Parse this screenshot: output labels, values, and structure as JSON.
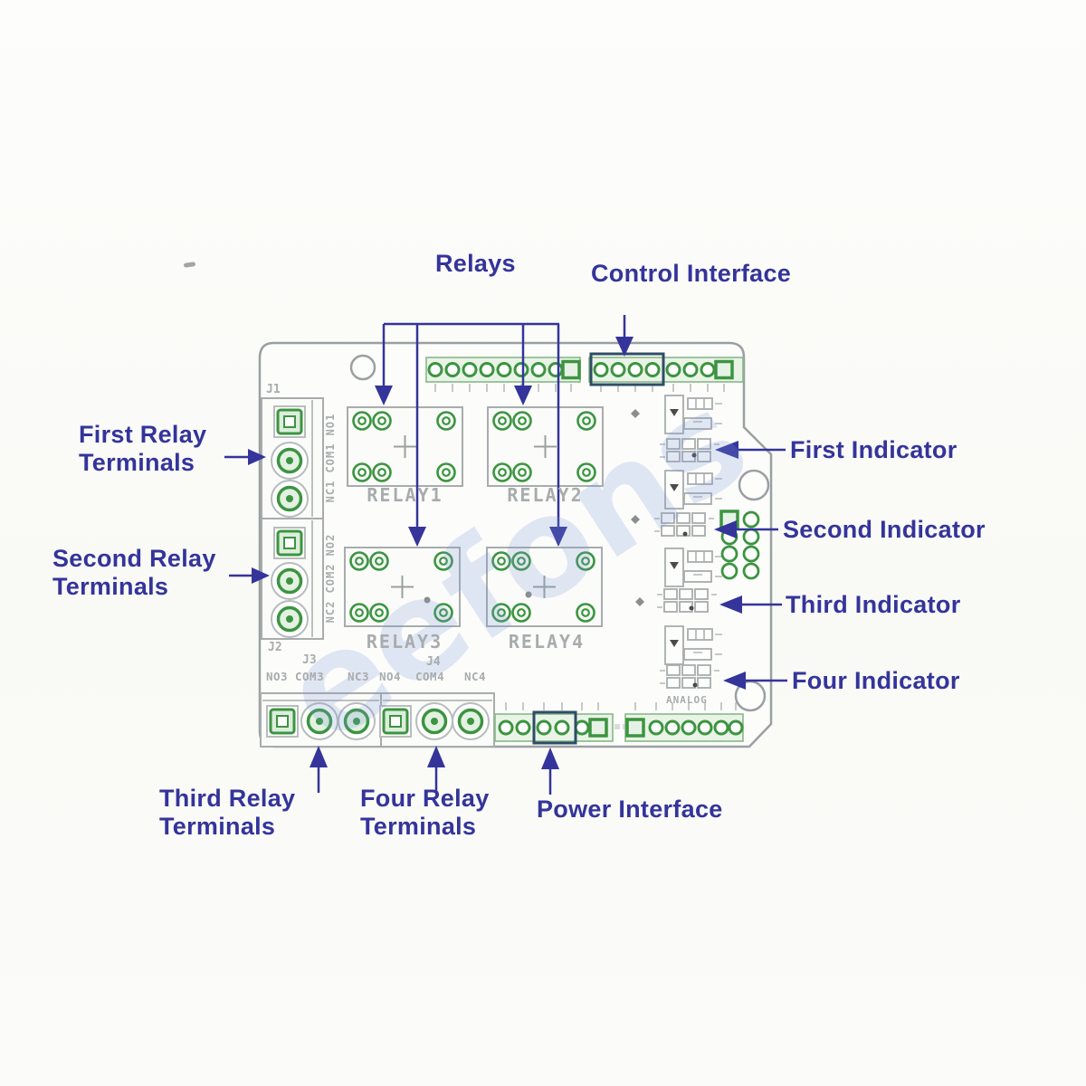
{
  "figure": {
    "type": "annotated-relay-shield-diagram",
    "annotations": {
      "relays": "Relays",
      "control_interface": "Control Interface",
      "first_relay_terminals": [
        "First Relay",
        "Terminals"
      ],
      "second_relay_terminals": [
        "Second Relay",
        "Terminals"
      ],
      "third_relay_terminals": [
        "Third Relay",
        "Terminals"
      ],
      "four_relay_terminals": [
        "Four Relay",
        "Terminals"
      ],
      "power_interface": "Power Interface",
      "first_indicator": "First Indicator",
      "second_indicator": "Second Indicator",
      "third_indicator": "Third Indicator",
      "four_indicator": "Four Indicator"
    },
    "silkscreen": {
      "relay1": "RELAY1",
      "relay2": "RELAY2",
      "relay3": "RELAY3",
      "relay4": "RELAY4",
      "j1": "J1",
      "j2": "J2",
      "j3": "J3",
      "j4": "J4",
      "j1_pins": "NC1 COM1 NO1",
      "j2_pins": "NC2 COM2 NO2",
      "bottom_pins": [
        "NO3",
        "COM3",
        "NC3",
        "NO4",
        "COM4",
        "NC4"
      ],
      "analog": "ANALOG"
    },
    "watermark": "eefons",
    "colors": {
      "annotation_navy": "#34349b",
      "silkscreen_gray": "#a8acac",
      "pad_green": "#3c9440",
      "highlight_slate": "#2e4d66"
    }
  }
}
